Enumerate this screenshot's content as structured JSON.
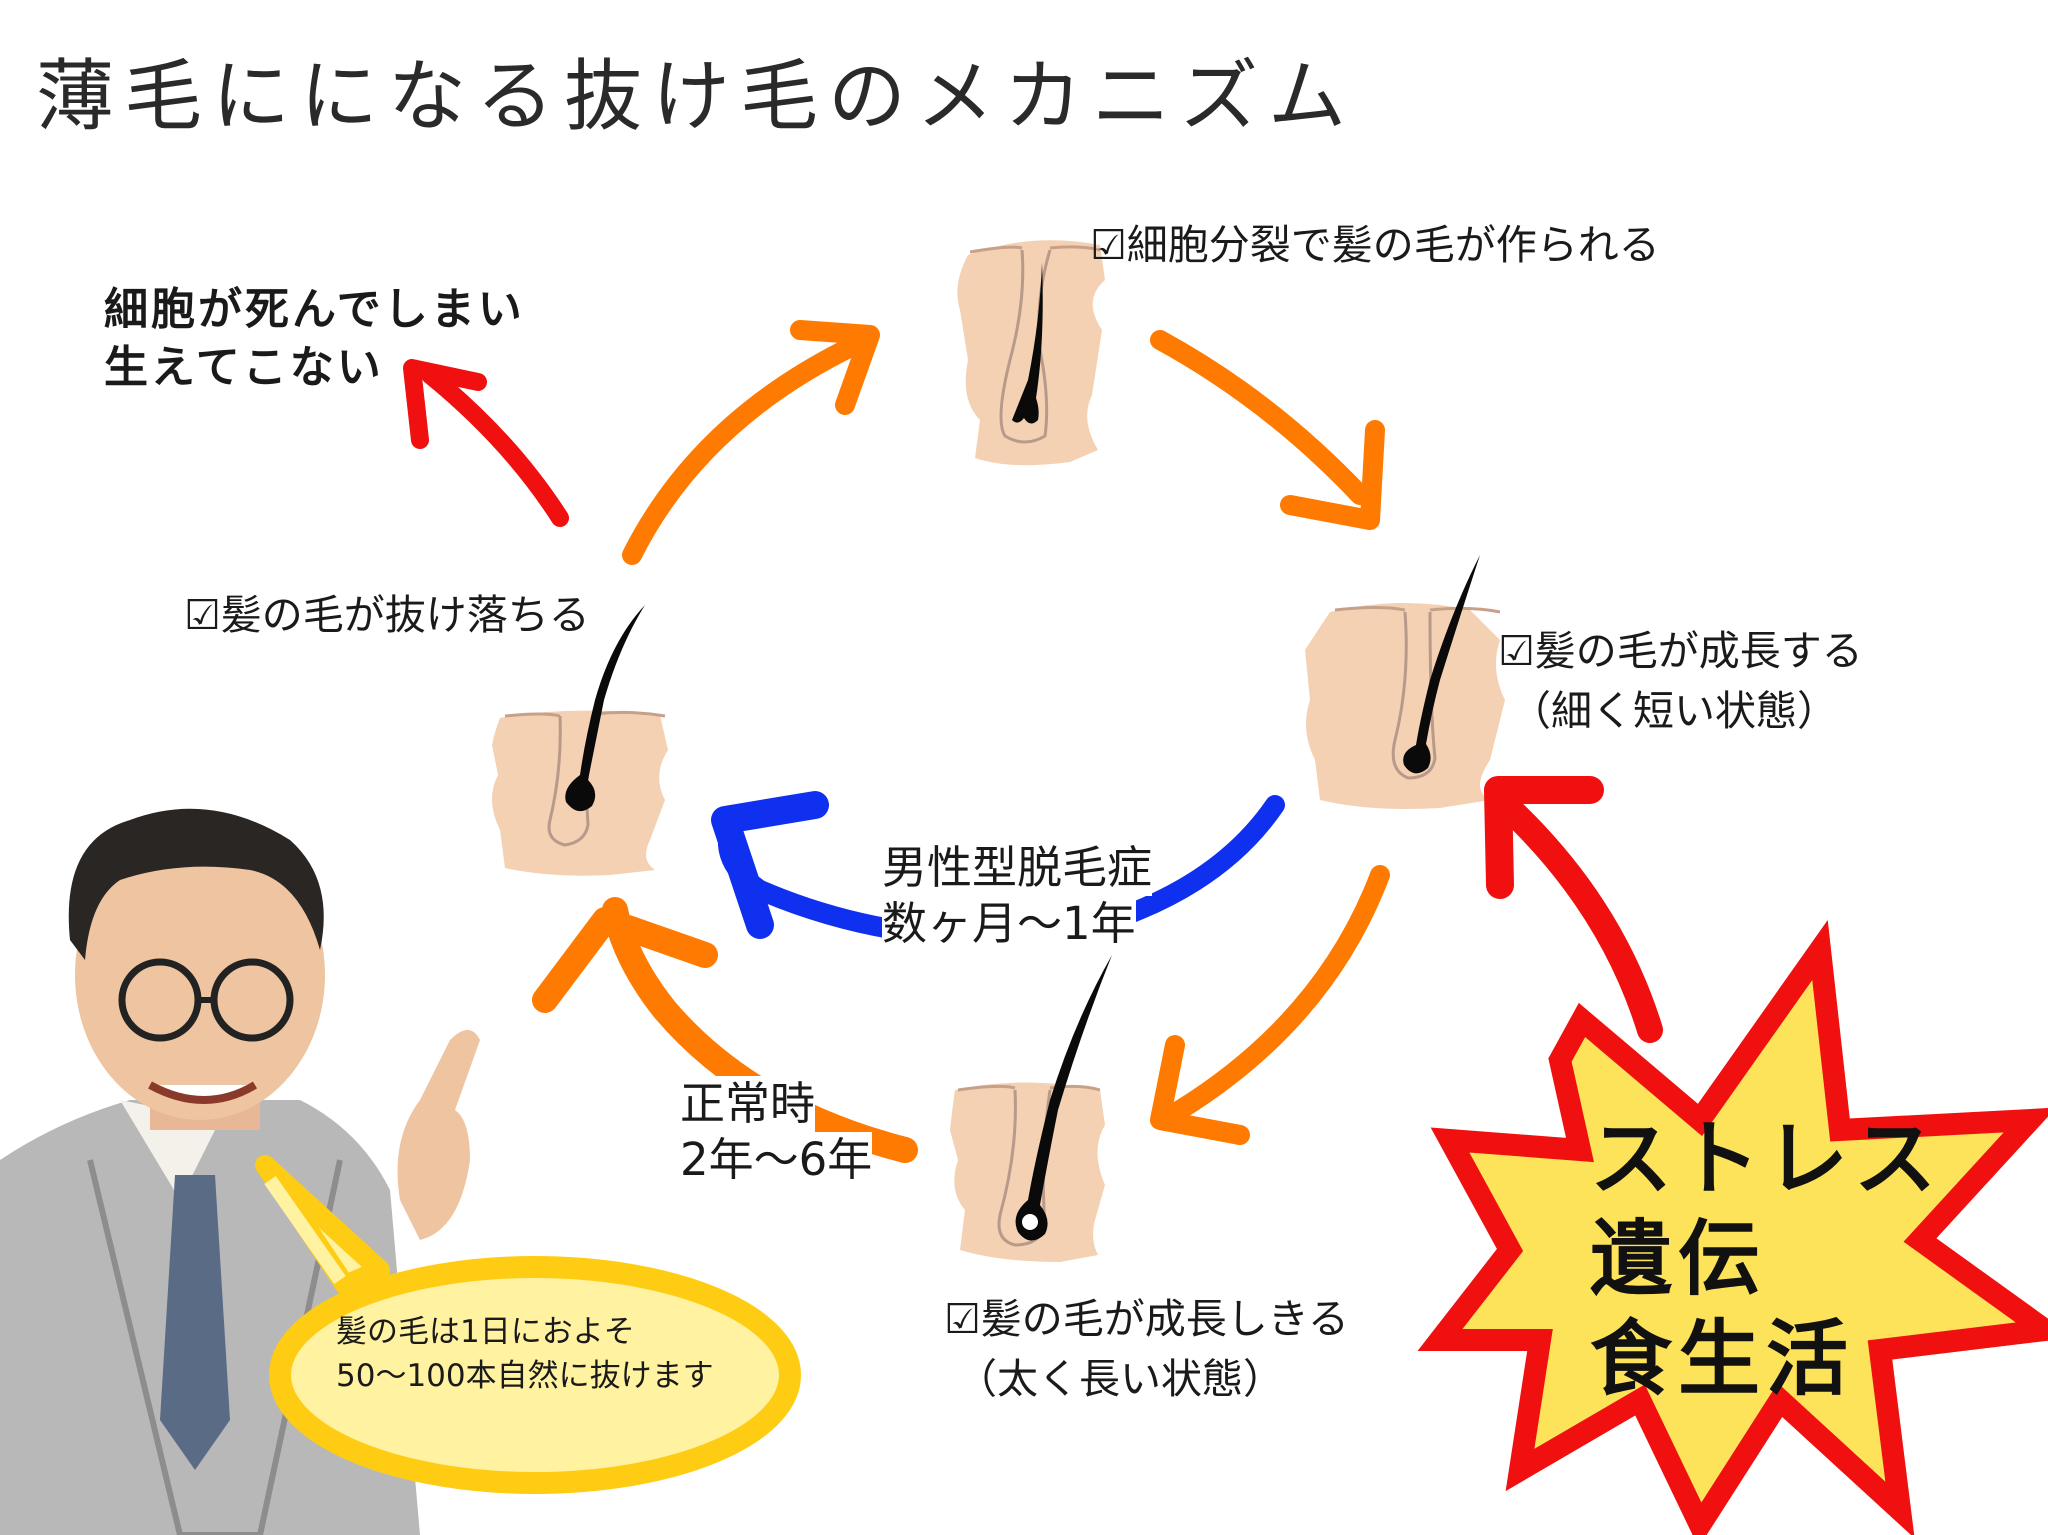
{
  "title": "薄毛にになる抜け毛のメカニズム",
  "stages": {
    "division": "☑細胞分裂で髪の毛が作られる",
    "growing_line1": "☑髪の毛が成長する",
    "growing_line2": "（細く短い状態）",
    "grown_line1": "☑髪の毛が成長しきる",
    "grown_line2": "（太く長い状態）",
    "falling": "☑髪の毛が抜け落ちる"
  },
  "dead_cells": {
    "line1": "細胞が死んでしまい",
    "line2": "生えてこない"
  },
  "cycles": {
    "aga_line1": "男性型脱毛症",
    "aga_line2": "数ヶ月〜1年",
    "normal_line1": "正常時",
    "normal_line2": "2年〜6年"
  },
  "speech": {
    "line1": "髪の毛は1日におよそ",
    "line2": "50〜100本自然に抜けます"
  },
  "causes": [
    "ストレス",
    "遺伝",
    "食生活"
  ],
  "colors": {
    "orange_arrow": "#ff7a00",
    "red_arrow": "#f01010",
    "blue_arrow": "#1030f0",
    "skin": "#f2c9a6",
    "burst_fill": "#fde35a",
    "burst_stroke": "#f01010",
    "bubble_fill": "#fff2a0",
    "bubble_stroke": "#ffcc14"
  }
}
